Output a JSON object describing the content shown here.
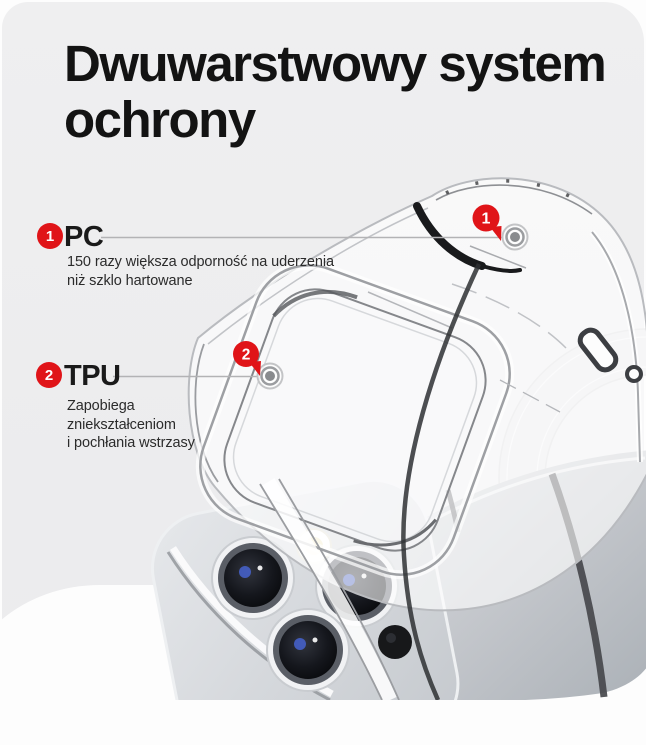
{
  "title": "Dwuwarstwowy system ochrony",
  "colors": {
    "card_background": "#ededee",
    "accent_red": "#e01418",
    "text_dark": "#131313",
    "connector_gray": "#b3b3b5"
  },
  "sections": [
    {
      "num": "1",
      "label": "PC",
      "description": "150 razy większa odporność na uderzenia\nniż szklo hartowane"
    },
    {
      "num": "2",
      "label": "TPU",
      "description": "Zapobiega\nzniekształceniom\ni pochłania wstrzasy"
    }
  ],
  "illustration": {
    "items": [
      "clear-protective-case",
      "iphone-camera-module",
      "magsafe-ring"
    ],
    "callouts": [
      {
        "num": "1",
        "points_to": "PC outer shell of case"
      },
      {
        "num": "2",
        "points_to": "TPU inner bumper of case"
      }
    ]
  }
}
